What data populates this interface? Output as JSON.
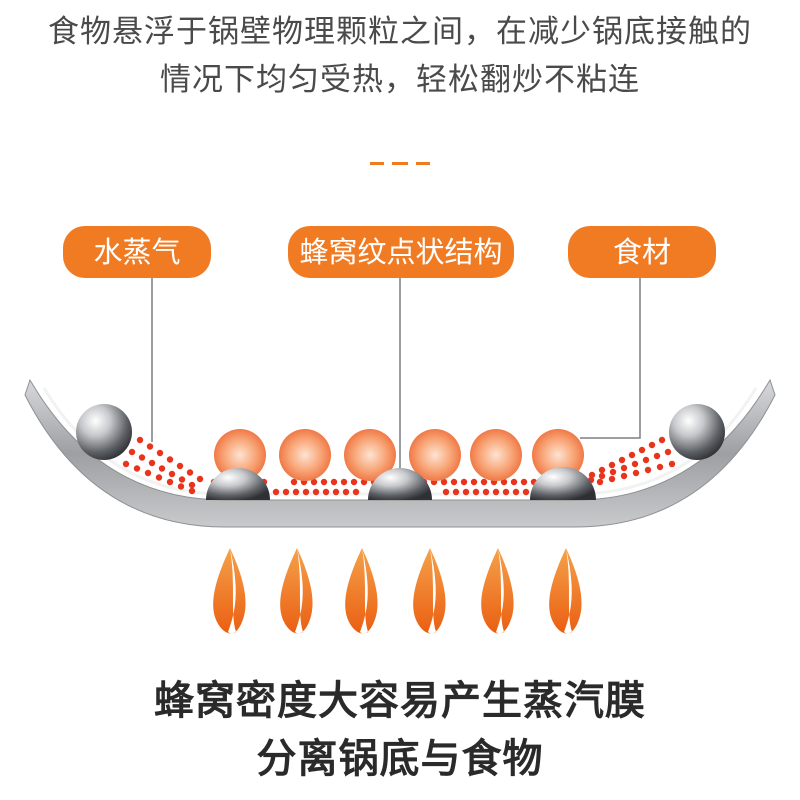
{
  "intro": {
    "line1": "食物悬浮于锅壁物理颗粒之间，在减少锅底接触的",
    "line2": "情况下均匀受热，轻松翻炒不粘连"
  },
  "labels": {
    "steam": "水蒸气",
    "honeycomb": "蜂窝纹点状结构",
    "food": "食材"
  },
  "summary": {
    "line1": "蜂窝密度大容易产生蒸汽膜",
    "line2": "分离锅底与食物"
  },
  "colors": {
    "accent": "#f07b23",
    "steam_dot": "#e8341c",
    "food_ball": "#f59a6a",
    "pan_rim": "#a7a9ac"
  },
  "icons": [
    "flame-icon"
  ]
}
